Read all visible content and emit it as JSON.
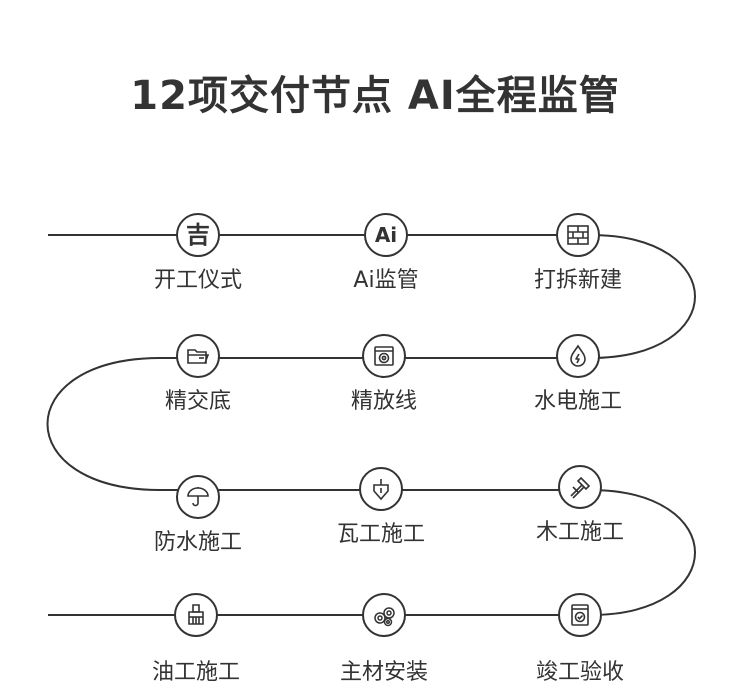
{
  "title": "12项交付节点 AI全程监管",
  "colors": {
    "line": "#333333",
    "text": "#333333",
    "background": "#ffffff"
  },
  "nodes": [
    {
      "label": "开工仪式",
      "icon": "ji-character-icon",
      "glyph": "吉"
    },
    {
      "label": "Ai监管",
      "icon": "ai-badge-icon",
      "glyph": "Ai"
    },
    {
      "label": "打拆新建",
      "icon": "brick-wall-icon"
    },
    {
      "label": "精交底",
      "icon": "folder-icon"
    },
    {
      "label": "精放线",
      "icon": "washing-machine-icon"
    },
    {
      "label": "水电施工",
      "icon": "water-electric-icon"
    },
    {
      "label": "防水施工",
      "icon": "umbrella-icon"
    },
    {
      "label": "瓦工施工",
      "icon": "trowel-icon"
    },
    {
      "label": "木工施工",
      "icon": "hammer-icon"
    },
    {
      "label": "油工施工",
      "icon": "paint-brush-icon"
    },
    {
      "label": "主材安装",
      "icon": "pipes-icon"
    },
    {
      "label": "竣工验收",
      "icon": "check-window-icon"
    }
  ]
}
